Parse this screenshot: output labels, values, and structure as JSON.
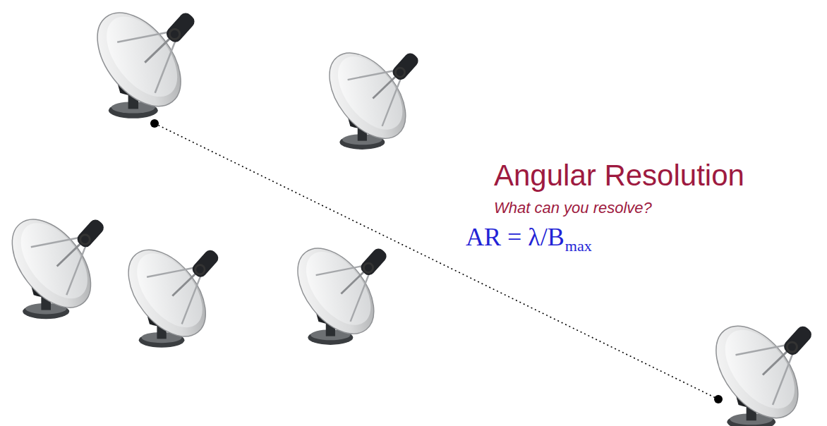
{
  "diagram": {
    "title": "Angular Resolution",
    "labels": [
      "What can you resolve?",
      "AR = λ/B",
      "max"
    ]
  }
}
